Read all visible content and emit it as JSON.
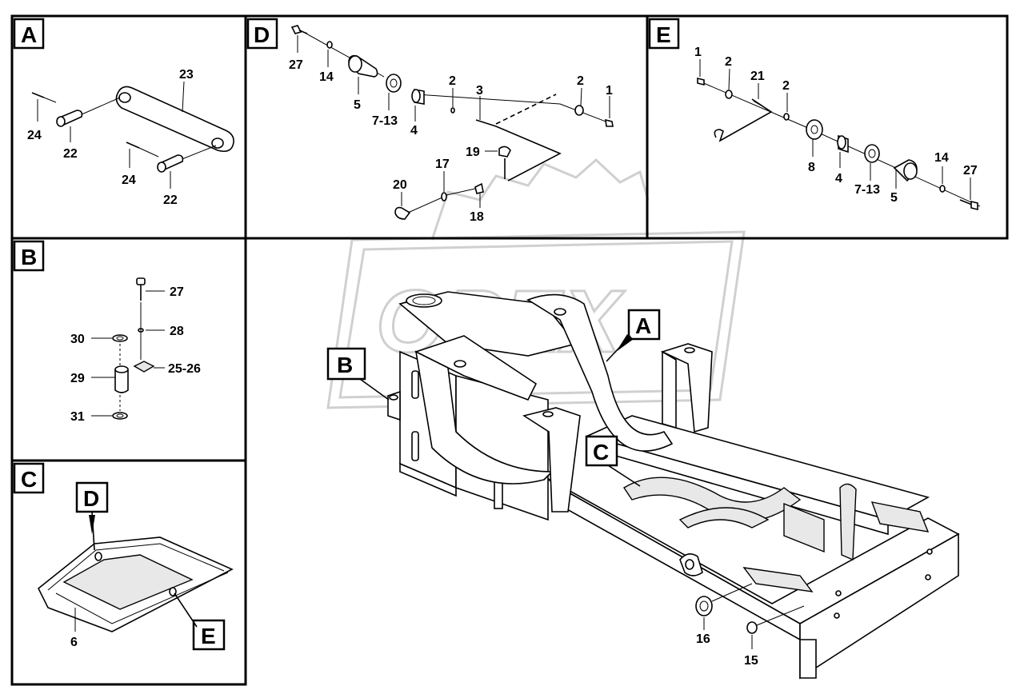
{
  "diagram": {
    "watermark": "OPEX",
    "sections": {
      "A": "A",
      "B": "B",
      "C": "C",
      "D": "D",
      "E": "E"
    },
    "panel_A": {
      "labels": [
        "23",
        "24",
        "22",
        "24",
        "22"
      ]
    },
    "panel_B": {
      "labels": [
        "27",
        "28",
        "30",
        "25-26",
        "29",
        "31"
      ]
    },
    "panel_C": {
      "labels": [
        "6"
      ],
      "callouts": [
        "D",
        "E"
      ]
    },
    "panel_D": {
      "labels": [
        "27",
        "14",
        "5",
        "7-13",
        "4",
        "2",
        "3",
        "2",
        "1",
        "19",
        "17",
        "20",
        "18"
      ]
    },
    "panel_E": {
      "labels": [
        "1",
        "2",
        "21",
        "2",
        "8",
        "4",
        "7-13",
        "5",
        "14",
        "27"
      ]
    },
    "main": {
      "labels": [
        "16",
        "15"
      ],
      "callouts": [
        "A",
        "B",
        "C"
      ]
    }
  }
}
